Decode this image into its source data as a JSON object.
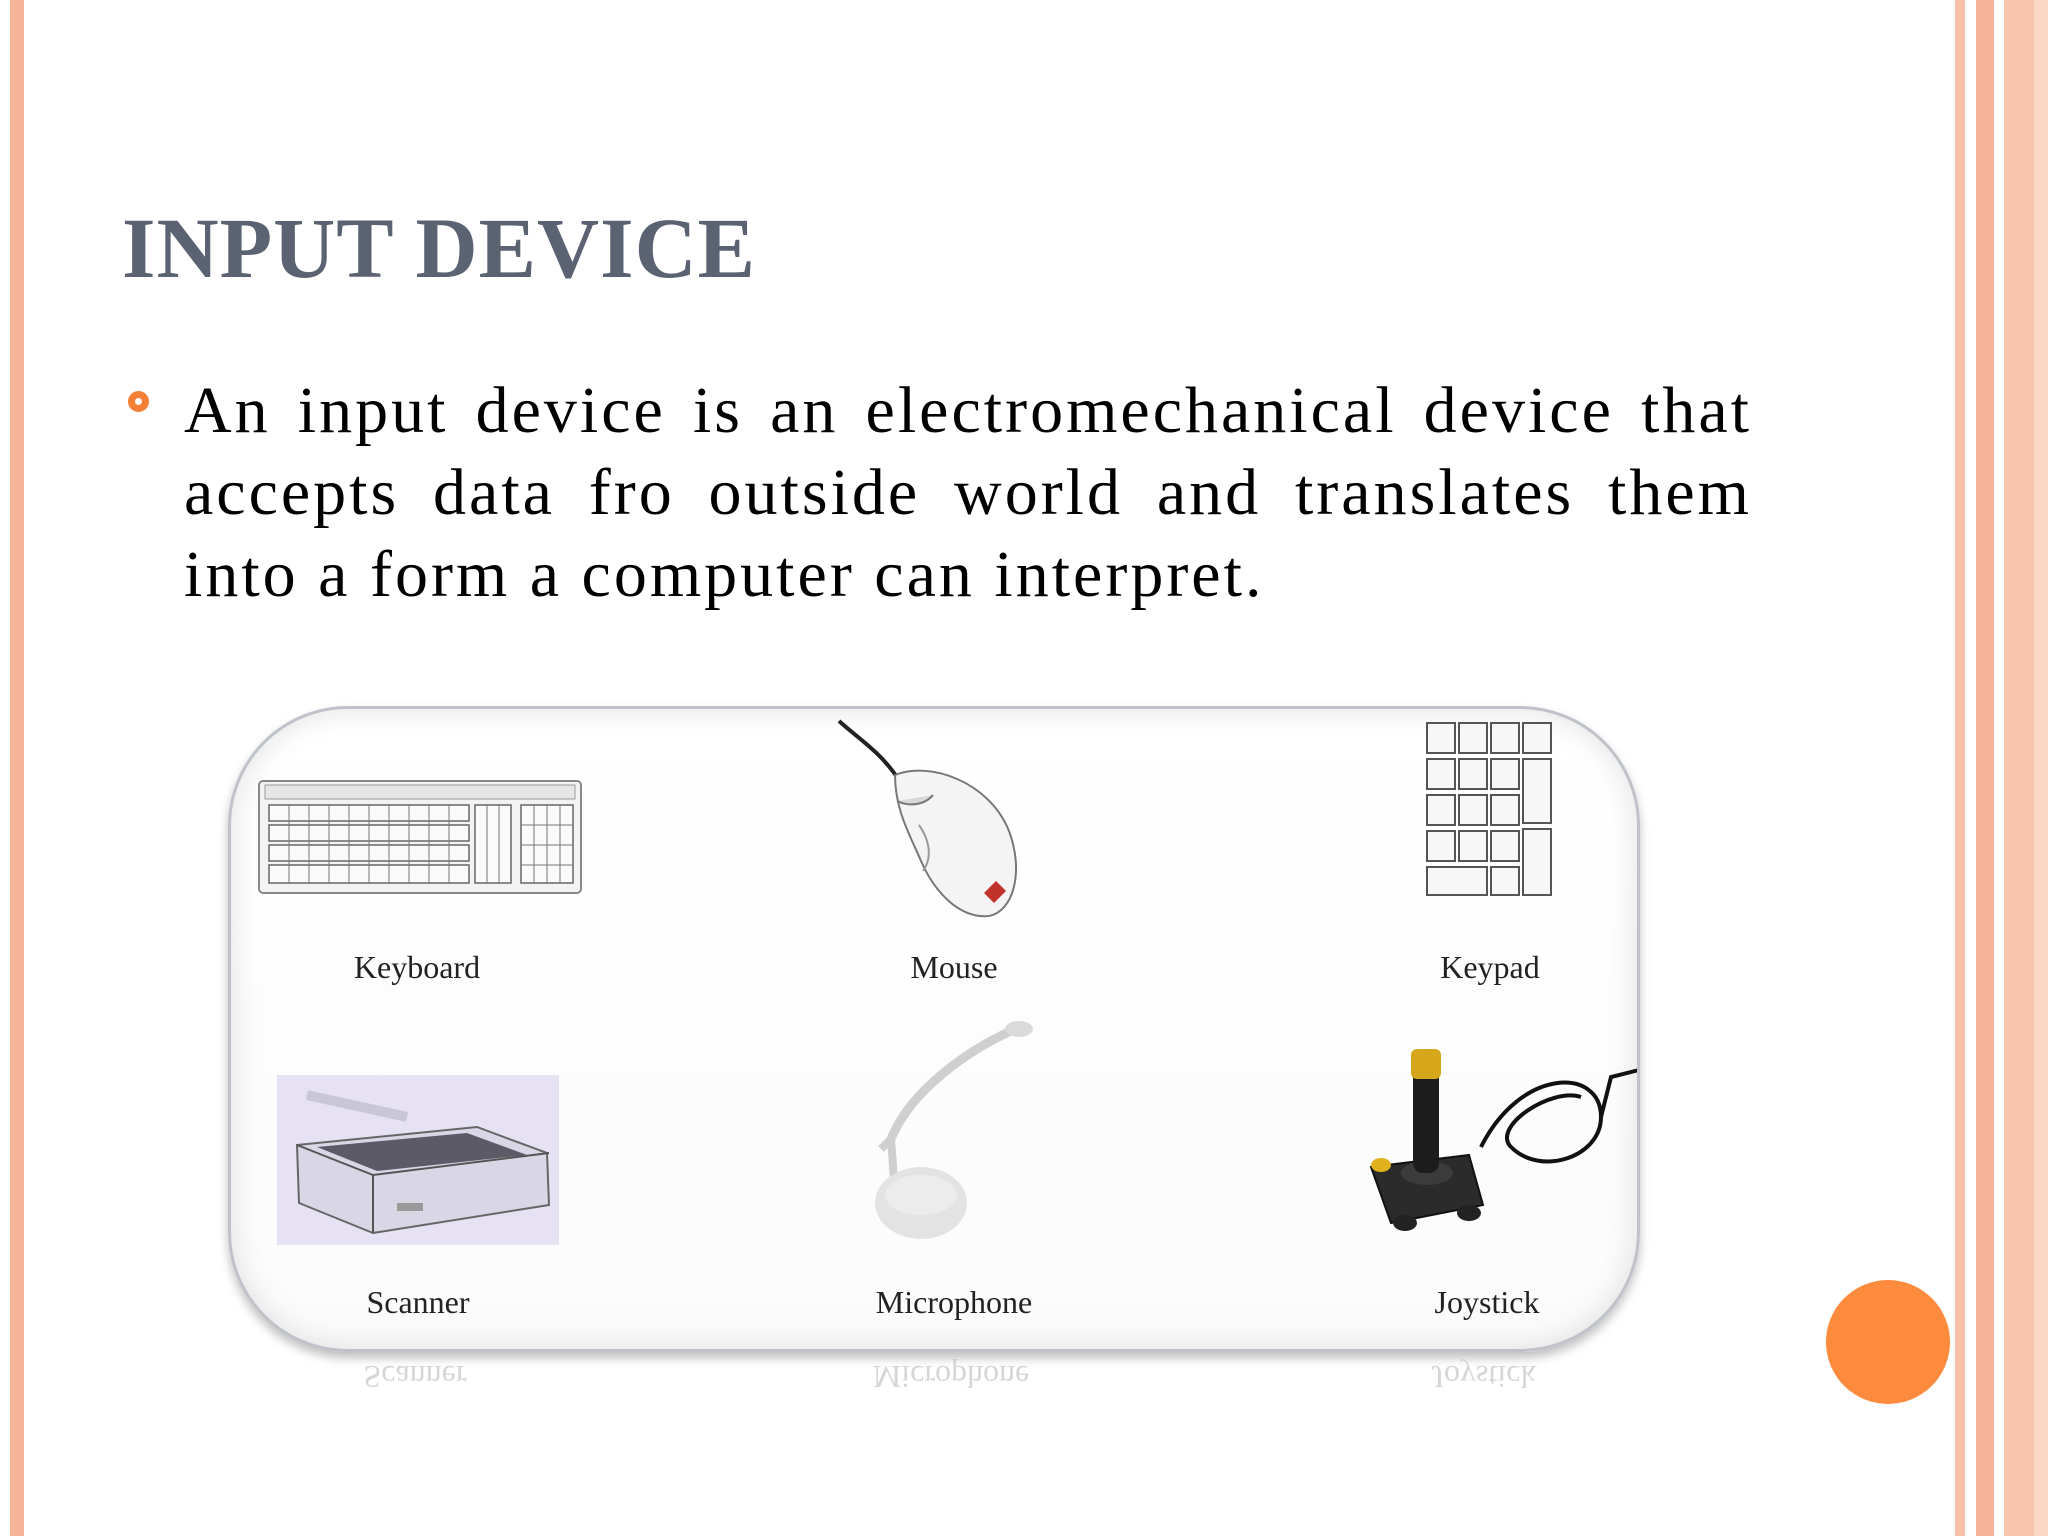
{
  "slide": {
    "title": "INPUT DEVICE",
    "body": "An input device is an electromechanical device that accepts data fro outside world and translates them into a form a computer can interpret.",
    "devices": [
      {
        "label": "Keyboard",
        "icon": "keyboard-icon"
      },
      {
        "label": "Mouse",
        "icon": "mouse-icon"
      },
      {
        "label": "Keypad",
        "icon": "keypad-icon"
      },
      {
        "label": "Scanner",
        "icon": "scanner-icon"
      },
      {
        "label": "Microphone",
        "icon": "microphone-icon"
      },
      {
        "label": "Joystick",
        "icon": "joystick-icon"
      }
    ],
    "colors": {
      "accent": "#f47f35",
      "title": "#5b6373",
      "border_bars": "#f7b49a",
      "dot": "#fd8b3d"
    }
  }
}
